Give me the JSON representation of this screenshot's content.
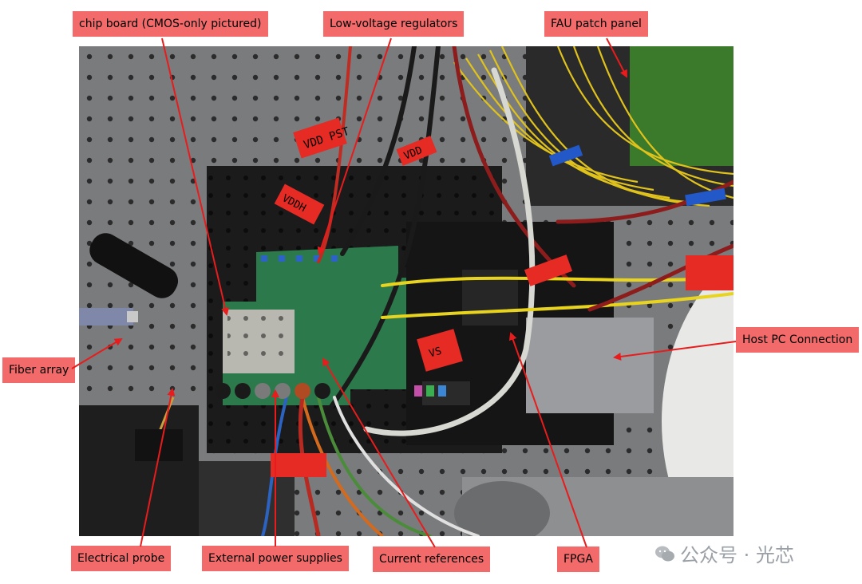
{
  "labels": {
    "chip_board": "chip board (CMOS-only pictured)",
    "low_voltage": "Low-voltage regulators",
    "fau_panel": "FAU patch panel",
    "fiber_array": "Fiber array",
    "host_pc": "Host PC Connection",
    "electrical_probe": "Electrical probe",
    "external_power": "External power supplies",
    "current_refs": "Current references",
    "fpga": "FPGA"
  },
  "photo_tags": {
    "vdd_pst": "VDD PST",
    "vdd_tag": "VDD",
    "vddh_tag": "VDDH",
    "vs_tag": "VS"
  },
  "watermark": {
    "text": "公众号 · 光芯"
  },
  "colors": {
    "label_bg": "#f26a6a",
    "arrow": "#e81c1c"
  }
}
